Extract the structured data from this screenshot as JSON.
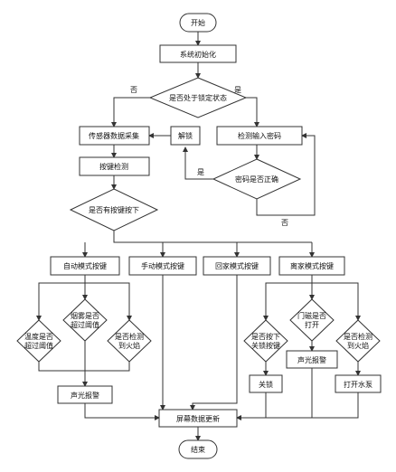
{
  "flowchart": {
    "nodes": {
      "start": "开始",
      "init": "系统初始化",
      "locked_check": "是否处于锁定状态",
      "sensor": "传感器数据采集",
      "unlock": "解锁",
      "input_pwd": "检测输入密码",
      "key_detect": "按键检测",
      "pwd_check": "密码是否正确",
      "any_key": "是否有按键按下",
      "auto_mode": "自动模式按键",
      "manual_mode": "手动模式按键",
      "home_mode": "回家模式按键",
      "away_mode": "离家模式按键",
      "temp_check": [
        "温度是否",
        "超过阈值"
      ],
      "smoke_check": [
        "烟雾是否",
        "超过阈值"
      ],
      "fire_check_auto": [
        "是否检测",
        "到火焰"
      ],
      "lock_key_check": [
        "是否按下",
        "关锁按键"
      ],
      "door_check": [
        "门磁是否",
        "打开"
      ],
      "fire_check_away": [
        "是否检测",
        "到火焰"
      ],
      "alarm_auto": "声光报警",
      "alarm_away": "声光报警",
      "lock": "关锁",
      "pump_on": "打开水泵",
      "screen_update": "屏幕数据更新",
      "end": "结束"
    },
    "edge_labels": {
      "no_left": "否",
      "yes_right": "是",
      "pwd_yes": "是",
      "pwd_no": "否"
    }
  }
}
